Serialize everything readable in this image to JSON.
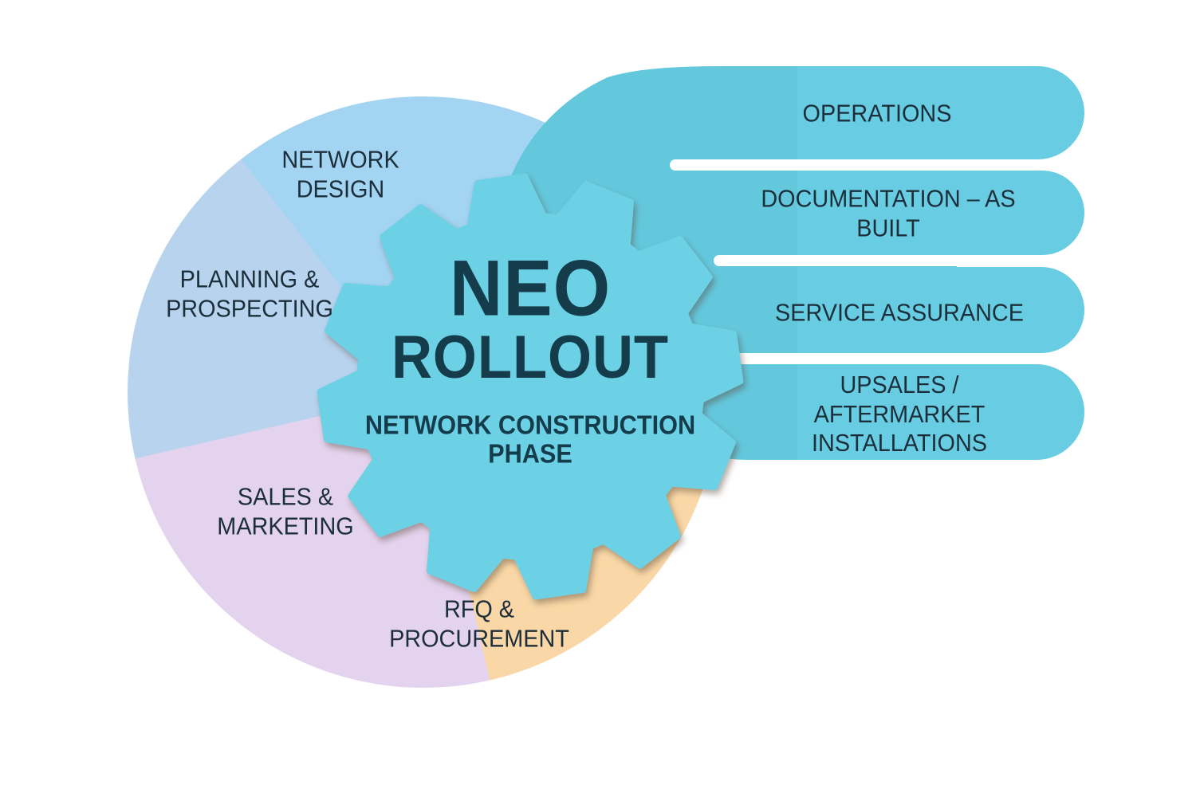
{
  "diagram": {
    "gear": {
      "title_top": "NEO",
      "title_bottom": "ROLLOUT",
      "subtitle": "NETWORK CONSTRUCTION\nPHASE"
    },
    "pie_segments": [
      {
        "id": "network-design",
        "label": "NETWORK\nDESIGN",
        "color": "#a3d4f2"
      },
      {
        "id": "planning-prospecting",
        "label": "PLANNING &\nPROSPECTING",
        "color": "#b7d3ee"
      },
      {
        "id": "sales-marketing",
        "label": "SALES &\nMARKETING",
        "color": "#e4d3ee"
      },
      {
        "id": "rfq-procurement",
        "label": "RFQ &\nPROCUREMENT",
        "color": "#f9d7a6"
      }
    ],
    "bars": [
      {
        "id": "operations",
        "label": "OPERATIONS"
      },
      {
        "id": "documentation",
        "label": "DOCUMENTATION – AS BUILT"
      },
      {
        "id": "service-assurance",
        "label": "SERVICE ASSURANCE"
      },
      {
        "id": "upsales",
        "label": "UPSALES / AFTERMARKET\nINSTALLATIONS"
      }
    ],
    "colors": {
      "background": "#ffffff",
      "blob_fill": "#64c8dd",
      "bar_fill": "#68cde2",
      "gear_fill": "#6dd1e5",
      "gear_text": "#153c4b",
      "label_text": "#1b2e3a"
    }
  }
}
